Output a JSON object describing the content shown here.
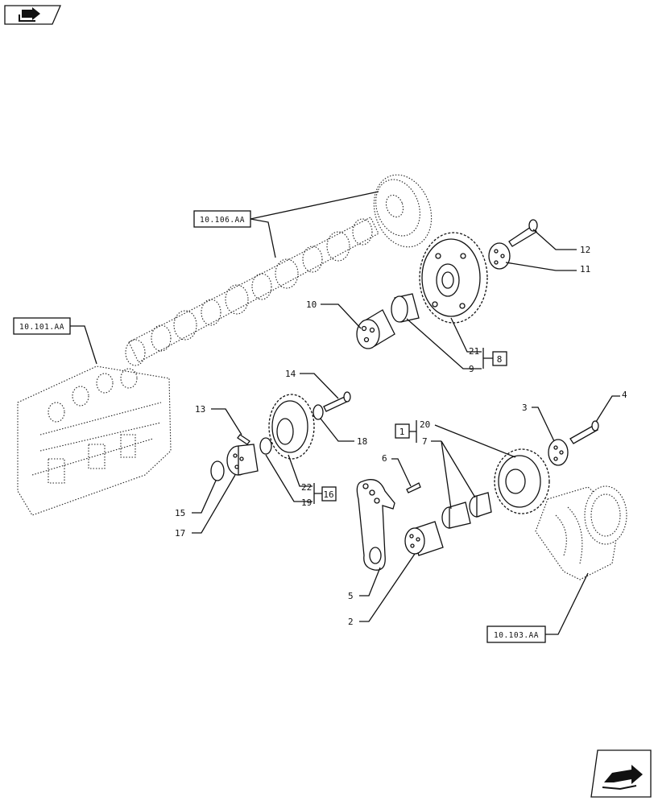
{
  "navigation": {
    "prev_icon": "page-back-arrow-icon",
    "next_icon": "page-next-arrow-icon"
  },
  "references": {
    "camshaft": "10.106.AA",
    "block": "10.101.AA",
    "crankshaft": "10.103.AA"
  },
  "kit_labels": {
    "kit_8": "8",
    "kit_16": "16",
    "kit_1": "1"
  },
  "callouts": {
    "c1": "1",
    "c2": "2",
    "c3": "3",
    "c4": "4",
    "c5": "5",
    "c6": "6",
    "c7": "7",
    "c9": "9",
    "c10": "10",
    "c11": "11",
    "c12": "12",
    "c13": "13",
    "c14": "14",
    "c15": "15",
    "c17": "17",
    "c18": "18",
    "c19": "19",
    "c20": "20",
    "c21": "21",
    "c22": "22"
  }
}
